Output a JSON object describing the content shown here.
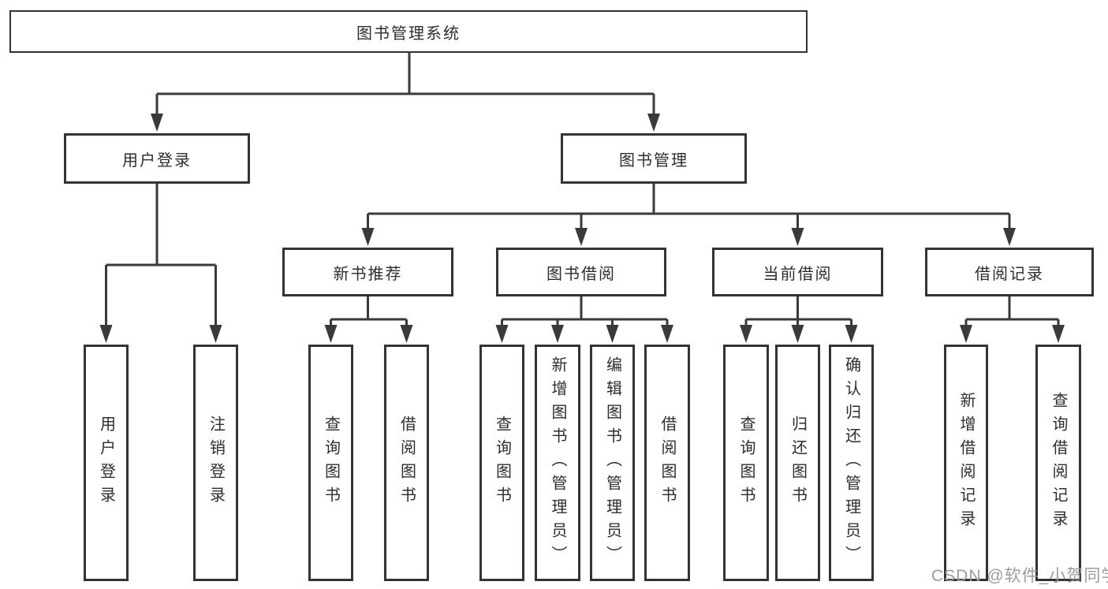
{
  "colors": {
    "background": "#ffffff",
    "line": "#3a3a3a",
    "box_border": "#333333",
    "text": "#2d2d2d",
    "watermark": "#9c9c9c"
  },
  "watermark": {
    "text": "CSDN @软件_小贺同学"
  },
  "tree": {
    "root": {
      "label": "图书管理系统",
      "children": [
        {
          "label": "用户登录",
          "children": [
            {
              "label": "用户登录"
            },
            {
              "label": "注销登录"
            }
          ]
        },
        {
          "label": "图书管理",
          "children": [
            {
              "label": "新书推荐",
              "children": [
                {
                  "label": "查询图书"
                },
                {
                  "label": "借阅图书"
                }
              ]
            },
            {
              "label": "图书借阅",
              "children": [
                {
                  "label": "查询图书"
                },
                {
                  "label": "新增图书（管理员）"
                },
                {
                  "label": "编辑图书（管理员）"
                },
                {
                  "label": "借阅图书"
                }
              ]
            },
            {
              "label": "当前借阅",
              "children": [
                {
                  "label": "查询图书"
                },
                {
                  "label": "归还图书"
                },
                {
                  "label": "确认归还（管理员）"
                }
              ]
            },
            {
              "label": "借阅记录",
              "children": [
                {
                  "label": "新增借阅记录"
                },
                {
                  "label": "查询借阅记录"
                }
              ]
            }
          ]
        }
      ]
    }
  }
}
